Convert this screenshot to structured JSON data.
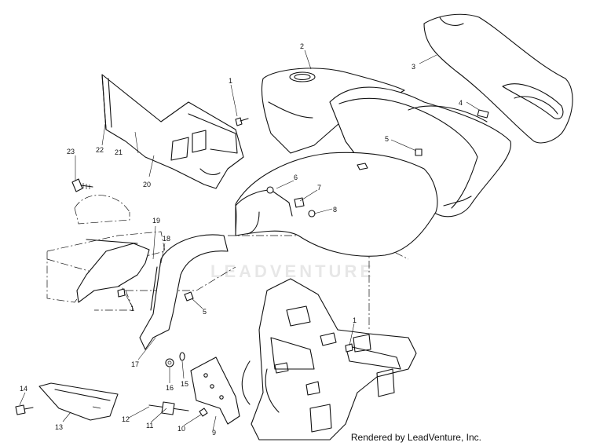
{
  "watermark": "LEADVENTURE",
  "credit": "Rendered by LeadVenture, Inc.",
  "callouts": [
    "1",
    "2",
    "3",
    "4",
    "5",
    "6",
    "7",
    "8",
    "9",
    "10",
    "11",
    "12",
    "13",
    "14",
    "15",
    "16",
    "17",
    "18",
    "19",
    "20",
    "21",
    "22",
    "23"
  ]
}
